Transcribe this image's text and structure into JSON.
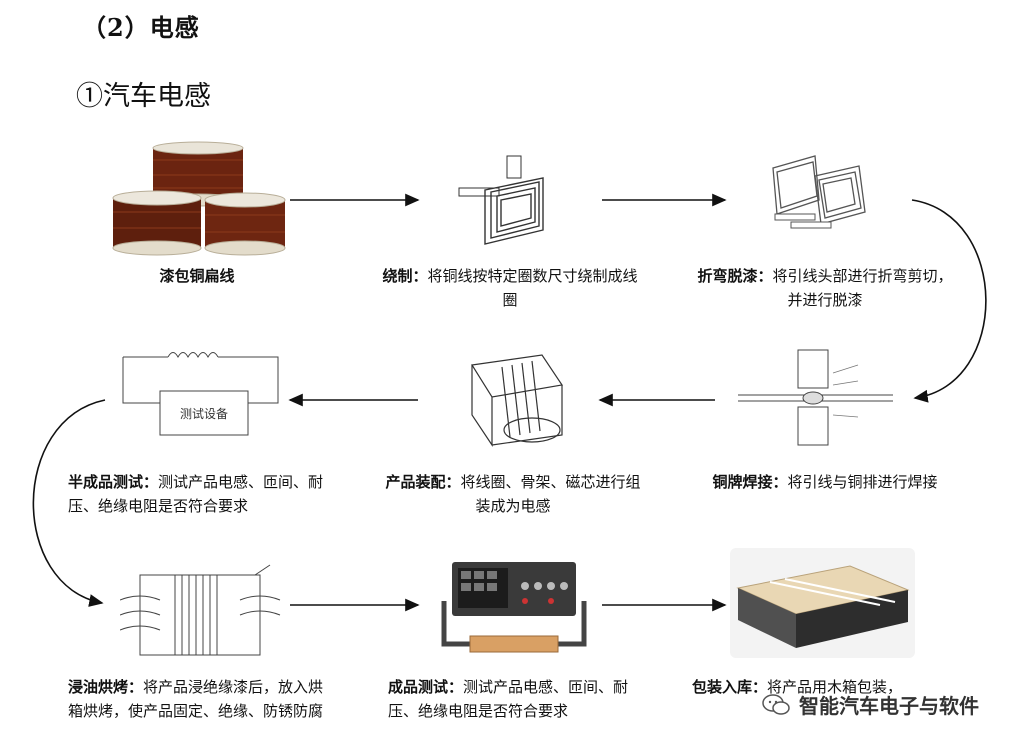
{
  "heading": "（2）电感",
  "subheading": "①汽车电感",
  "steps": [
    {
      "id": "wire",
      "title": "漆包铜扁线",
      "desc": ""
    },
    {
      "id": "winding",
      "title": "绕制：",
      "desc": "将铜线按特定圈数尺寸绕制成线圈"
    },
    {
      "id": "bending",
      "title": "折弯脱漆：",
      "desc": "将引线头部进行折弯剪切，并进行脱漆"
    },
    {
      "id": "welding",
      "title": "铜牌焊接：",
      "desc": "将引线与铜排进行焊接"
    },
    {
      "id": "assembly",
      "title": "产品装配：",
      "desc": "将线圈、骨架、磁芯进行组装成为电感"
    },
    {
      "id": "semi-test",
      "title": "半成品测试：",
      "desc": "测试产品电感、匝间、耐压、绝缘电阻是否符合要求"
    },
    {
      "id": "oil-bake",
      "title": "浸油烘烤：",
      "desc": "将产品浸绝缘漆后，放入烘箱烘烤，使产品固定、绝缘、防锈防腐"
    },
    {
      "id": "final-test",
      "title": "成品测试：",
      "desc": "测试产品电感、匝间、耐压、绝缘电阻是否符合要求"
    },
    {
      "id": "packing",
      "title": "包装入库：",
      "desc": "将产品用木箱包装，"
    }
  ],
  "test_device_label": "测试设备",
  "watermark": "智能汽车电子与软件",
  "colors": {
    "arrow": "#111111",
    "copper": "#7a2a12",
    "box": "#3b3b3b"
  }
}
